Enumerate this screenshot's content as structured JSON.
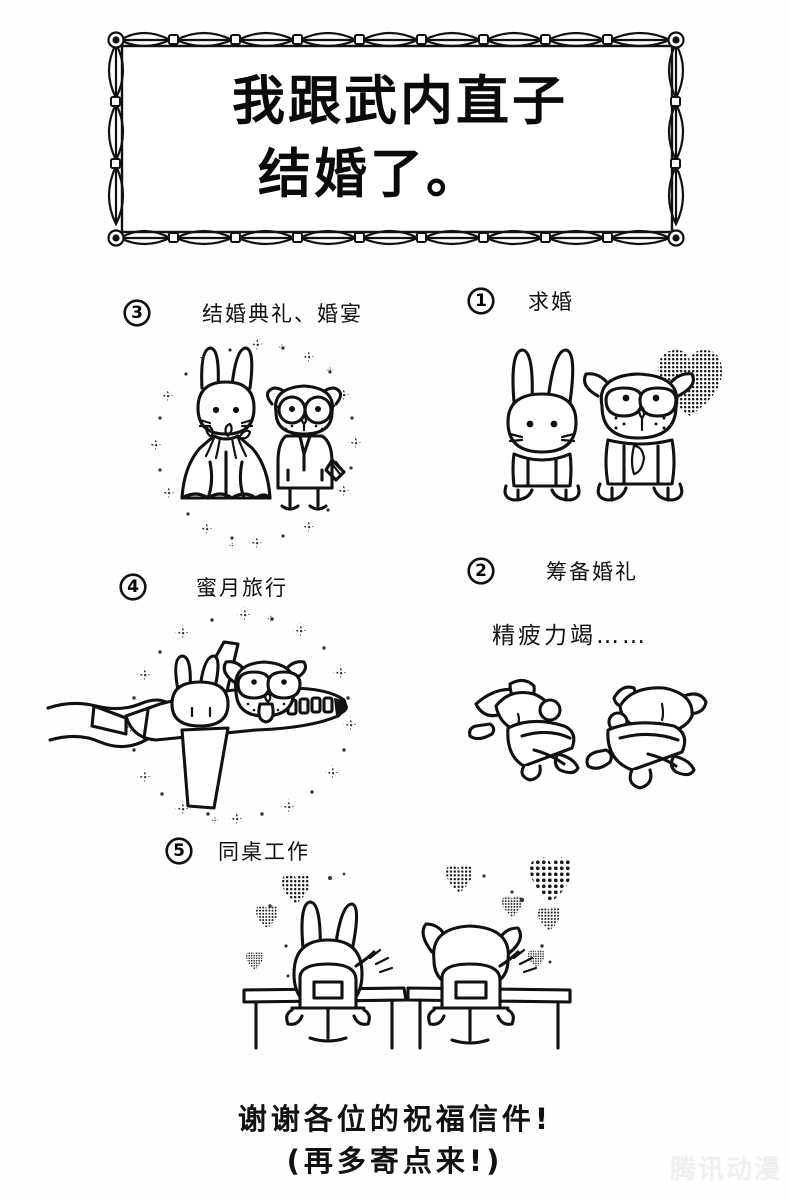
{
  "title": {
    "line1": "我跟武内直子",
    "line2": "结婚了。"
  },
  "panels": [
    {
      "number": "3",
      "label": "结婚典礼、婚宴",
      "art": "wedding-couple-in-sparkle-circle"
    },
    {
      "number": "1",
      "label": "求婚",
      "art": "rabbit-and-dog-with-heart"
    },
    {
      "number": "2",
      "label": "筹备婚礼",
      "subtext": "精疲力竭……",
      "art": "two-characters-collapsed-exhausted"
    },
    {
      "number": "4",
      "label": "蜜月旅行",
      "art": "airplane-with-rabbit-and-dog-in-sparkle-circle"
    },
    {
      "number": "5",
      "label": "同桌工作",
      "art": "couple-at-desks-with-hearts"
    }
  ],
  "caption": {
    "line1": "谢谢各位的祝福信件!",
    "line2": "(再多寄点来!)"
  },
  "watermark": "腾讯动漫",
  "colors": {
    "ink": "#111111",
    "paper": "#fefefe",
    "watermark": "#efefef"
  }
}
